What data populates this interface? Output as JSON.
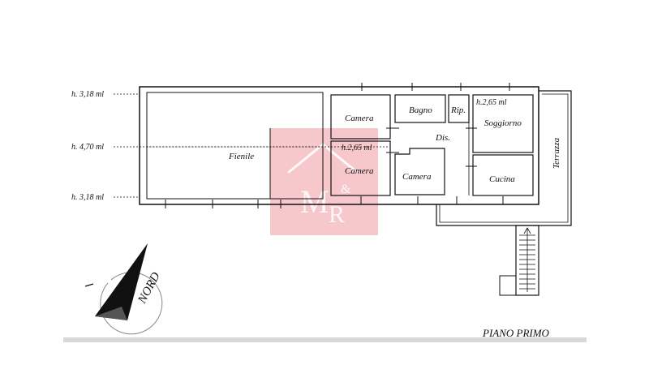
{
  "plan": {
    "floor_title": "PIANO PRIMO",
    "north_label": "NORD",
    "height_labels": [
      "h. 3,18 ml",
      "h. 4,70 ml",
      "h. 3,18 ml"
    ],
    "inner_height_labels": [
      "h.2,65 ml",
      "h.2,65 ml"
    ],
    "rooms": [
      "Fienile",
      "Camera",
      "Camera",
      "Bagno",
      "Rip.",
      "Dis.",
      "Camera",
      "Soggiorno",
      "Cucina",
      "Terrazza"
    ],
    "watermark": "M&R",
    "watermark_color": "#e8a0a6",
    "line_color": "#111111"
  }
}
